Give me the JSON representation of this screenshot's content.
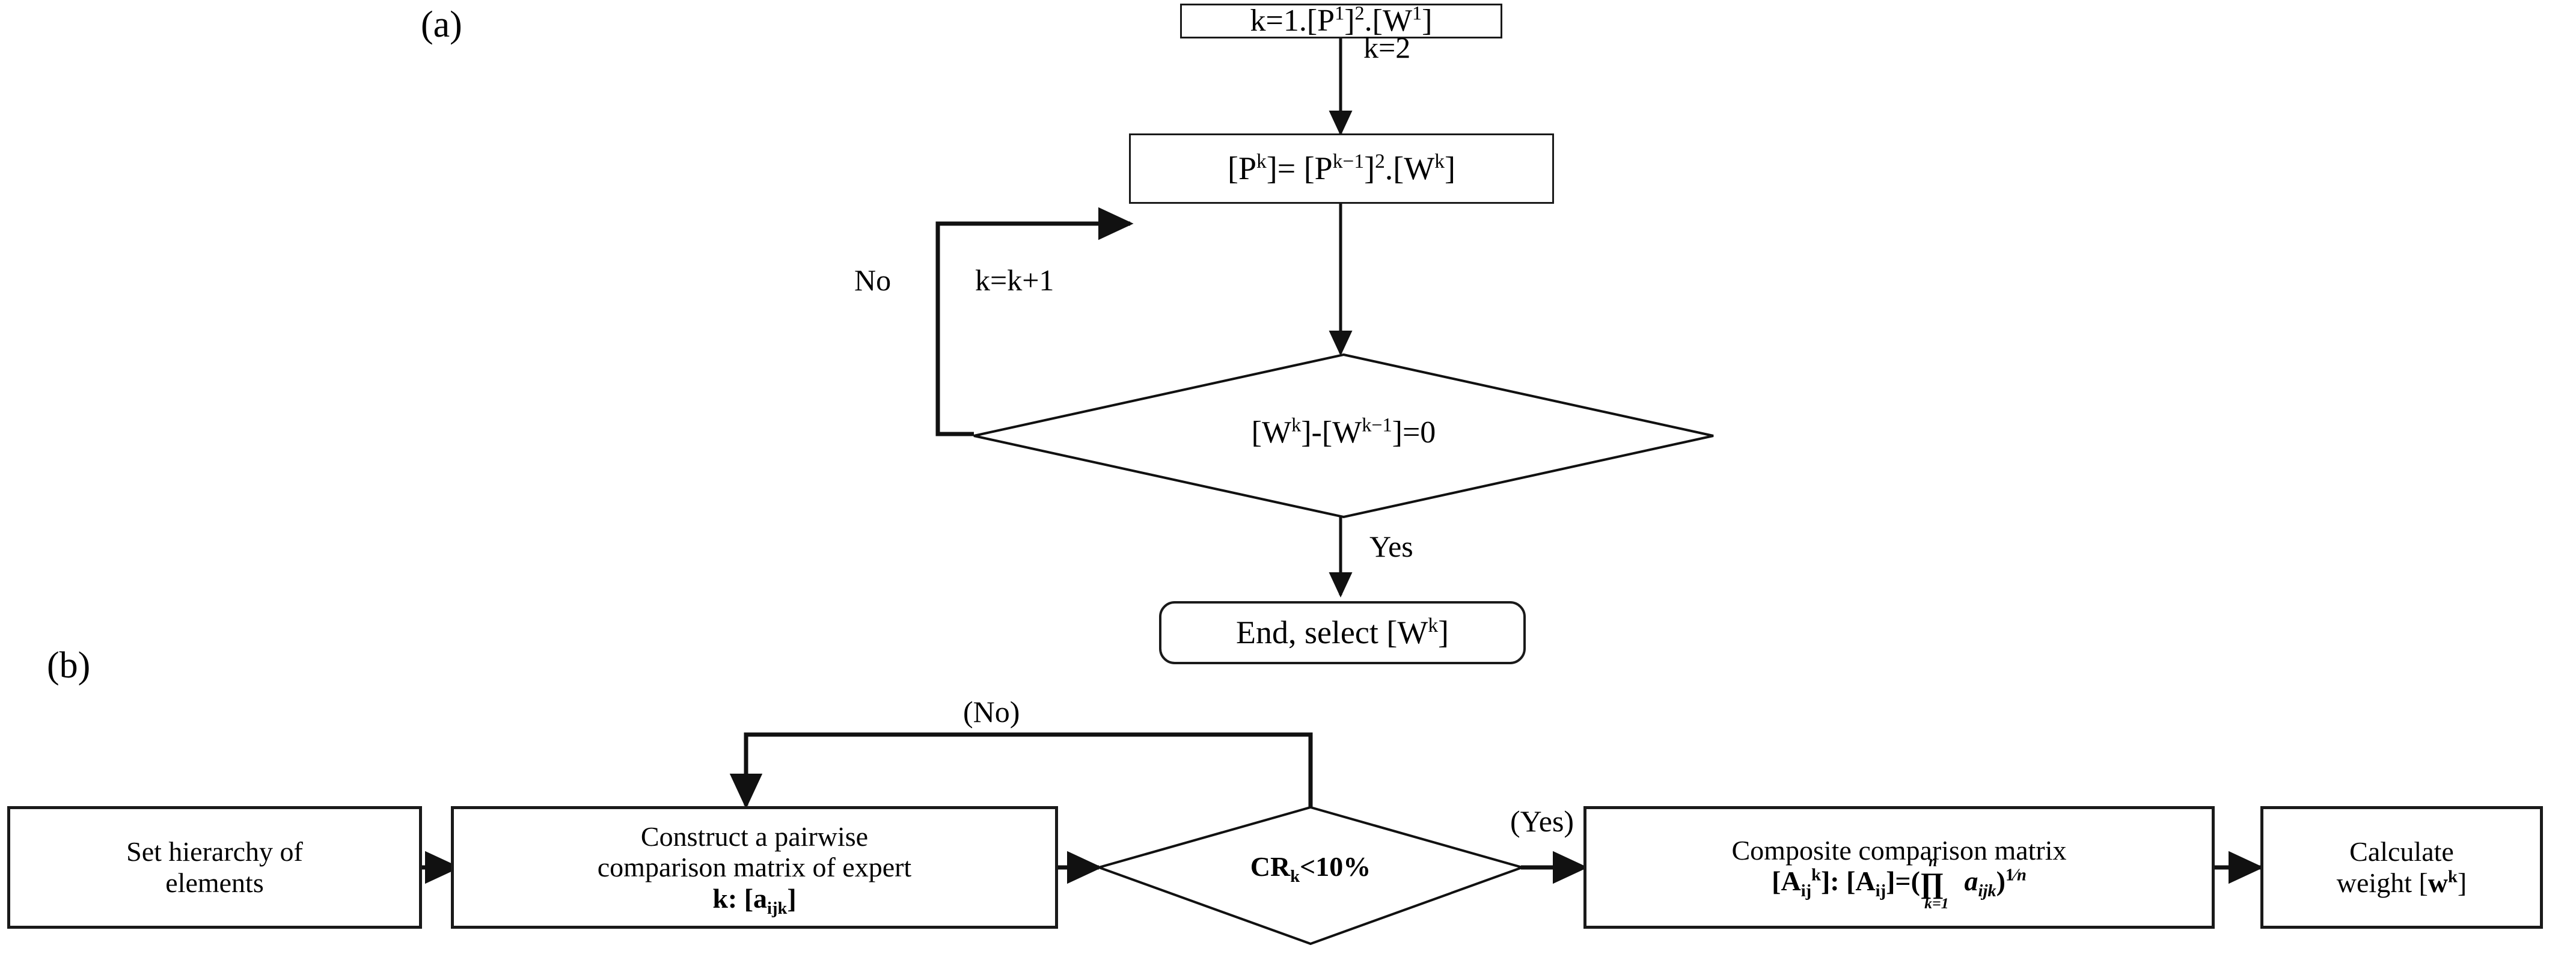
{
  "figure": {
    "panels": [
      {
        "id": "a",
        "tag": "(a)"
      },
      {
        "id": "b",
        "tag": "(b)"
      }
    ]
  },
  "panel_a": {
    "tag": "(a)",
    "nodes": {
      "start": {
        "name": "initial-power-matrix-box",
        "text": "k=1.[P1]2.[W1]",
        "parts": {
          "lead": "k=1.[P",
          "sup1": "1",
          "mid": "]",
          "sup2": "2",
          "tail": ".[W",
          "sup3": "1",
          "close": "]"
        }
      },
      "iterate": {
        "name": "power-iteration-box",
        "parts": {
          "lead": "[P",
          "sup1": "k",
          "mid": "]= [P",
          "sup2": "k−1",
          "mid2": "]",
          "sup3": "2",
          "tail": ".[W",
          "sup4": "k",
          "close": "]"
        }
      },
      "decision": {
        "name": "convergence-decision-diamond",
        "parts": {
          "lead": "[W",
          "sup1": "k",
          "mid": "]-[W",
          "sup2": "k−1",
          "tail": "]=0"
        }
      },
      "end": {
        "name": "end-select-weights-box",
        "parts": {
          "lead": "End, select [W",
          "sup1": "k",
          "close": "]"
        }
      }
    },
    "edge_labels": {
      "k_equals_2": "k=2",
      "no": "No",
      "increment": "k=k+1",
      "yes": "Yes"
    }
  },
  "panel_b": {
    "tag": "(b)",
    "nodes": {
      "hierarchy": {
        "name": "set-hierarchy-box",
        "line1": "Set hierarchy of",
        "line2": "elements"
      },
      "pairwise": {
        "name": "pairwise-matrix-box",
        "line1": "Construct a pairwise",
        "line2": "comparison matrix of expert",
        "line3_parts": {
          "lead": "k: [a",
          "sub": "ijk",
          "close": "]"
        }
      },
      "decision": {
        "name": "consistency-ratio-diamond",
        "parts": {
          "lead": "CR",
          "sub": "k",
          "tail": "<10%"
        }
      },
      "composite": {
        "name": "composite-comparison-matrix-box",
        "line1": "Composite comparison matrix",
        "line2_parts": {
          "a": "[A",
          "a_sub": "ij",
          "a_sup": "k",
          "b": "]: [A",
          "b_sub": "ij",
          "c": "]=(",
          "prod": "∏",
          "prod_top": "n",
          "prod_bot": "k=1",
          "d": "a",
          "d_sub": "ijk",
          "e": ")",
          "exp_num": "1",
          "exp_den": "n"
        }
      },
      "weight": {
        "name": "calculate-weight-box",
        "line1": "Calculate",
        "line2_parts": {
          "lead": "weight [w",
          "sup": "k",
          "close": "]"
        }
      }
    },
    "edge_labels": {
      "no": "(No)",
      "yes": "(Yes)"
    }
  },
  "colors": {
    "stroke": "#1a1a1a",
    "background": "#ffffff",
    "text": "#000000"
  }
}
